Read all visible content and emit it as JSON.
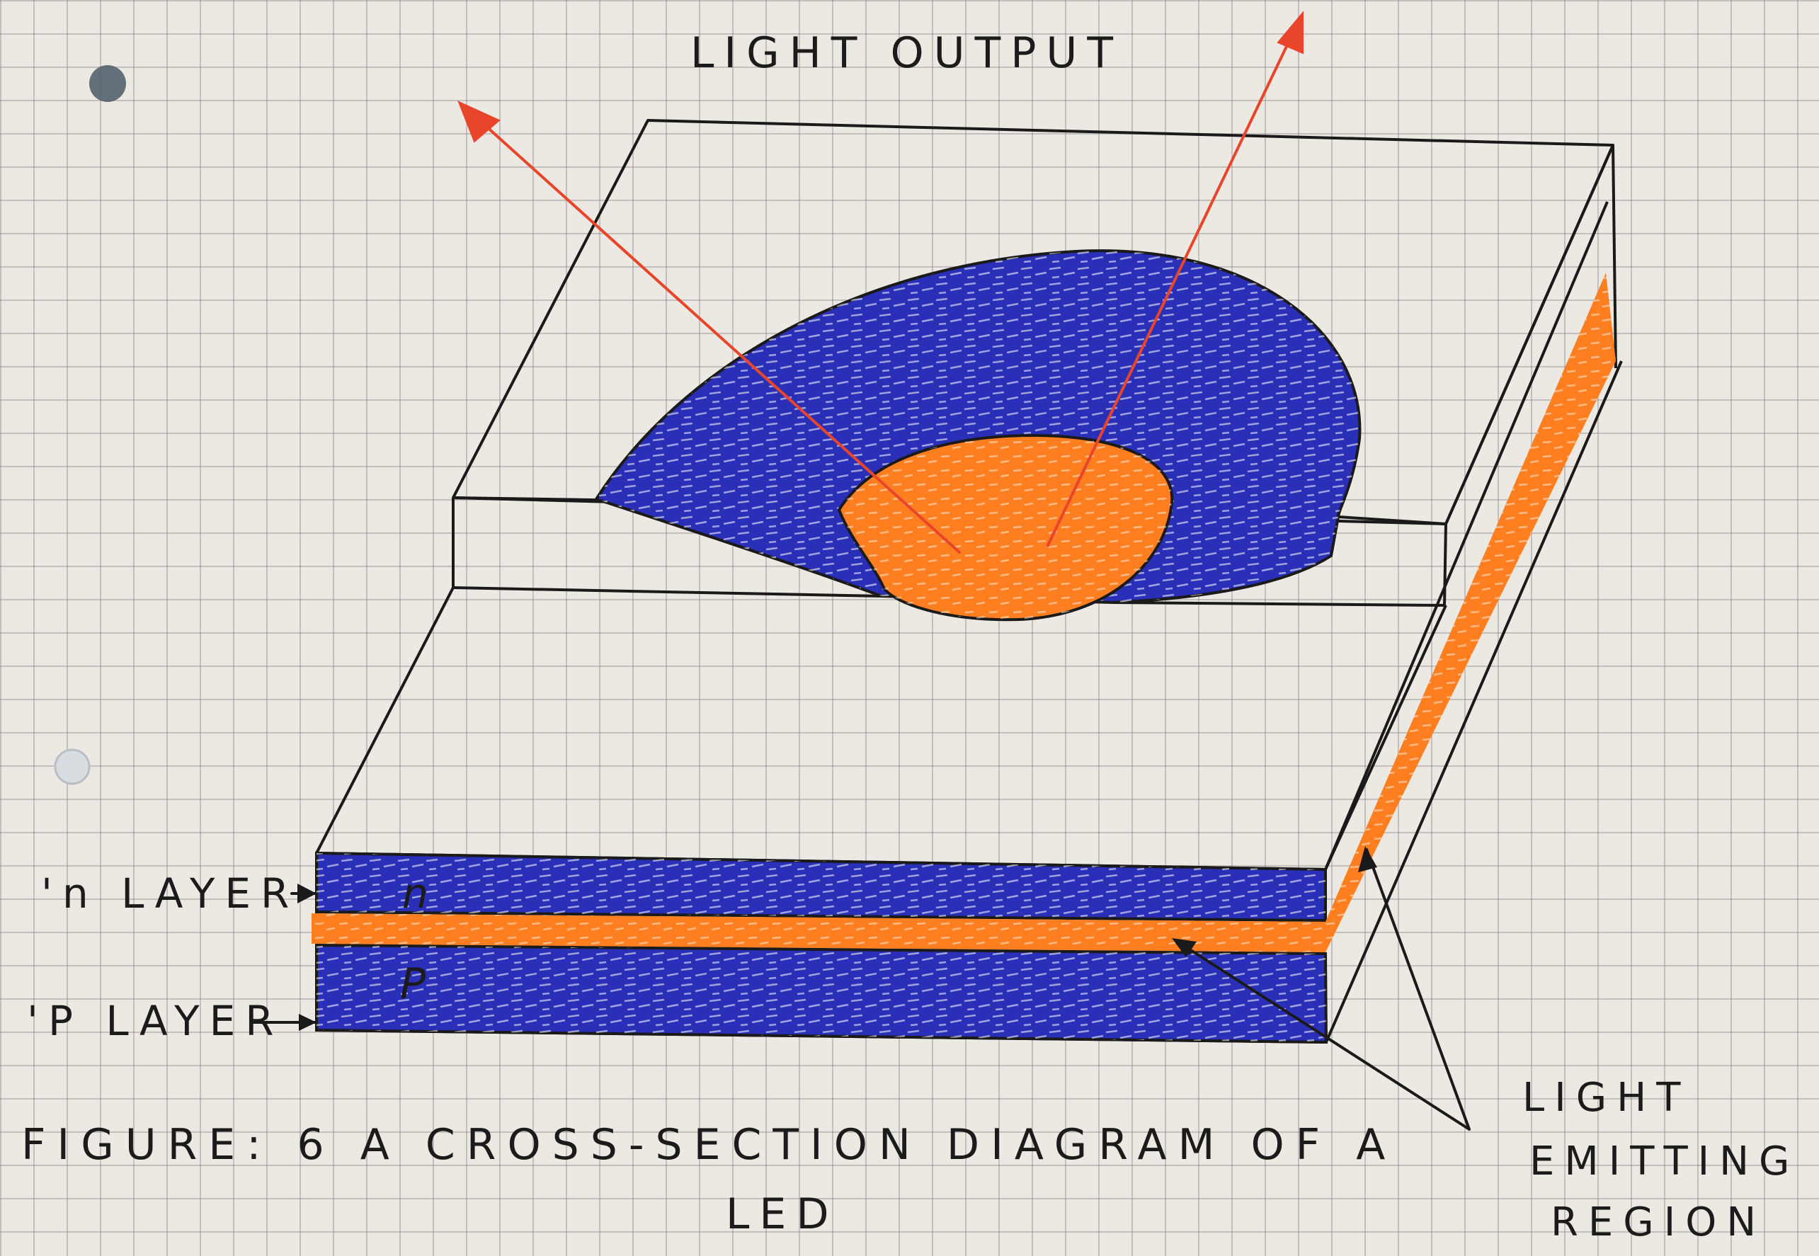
{
  "labels": {
    "light_output": "LIGHT OUTPUT",
    "n_layer": "'n LAYER",
    "p_layer": "'P LAYER",
    "n_letter": "n",
    "p_letter": "P",
    "light_emitting_region_line1": "LIGHT",
    "light_emitting_region_line2": "EMITTING",
    "light_emitting_region_line3": "REGION"
  },
  "caption": {
    "line1": "FIGURE: 6 A CROSS-SECTION DIAGRAM OF A",
    "line2": "LED"
  },
  "colors": {
    "n_type": "#2a2fb8",
    "p_type": "#2a2fb8",
    "emitting_region": "#ff7f20",
    "light_rays": "#e8452a",
    "outline": "#1a1a1a",
    "paper": "#ece8e2"
  }
}
